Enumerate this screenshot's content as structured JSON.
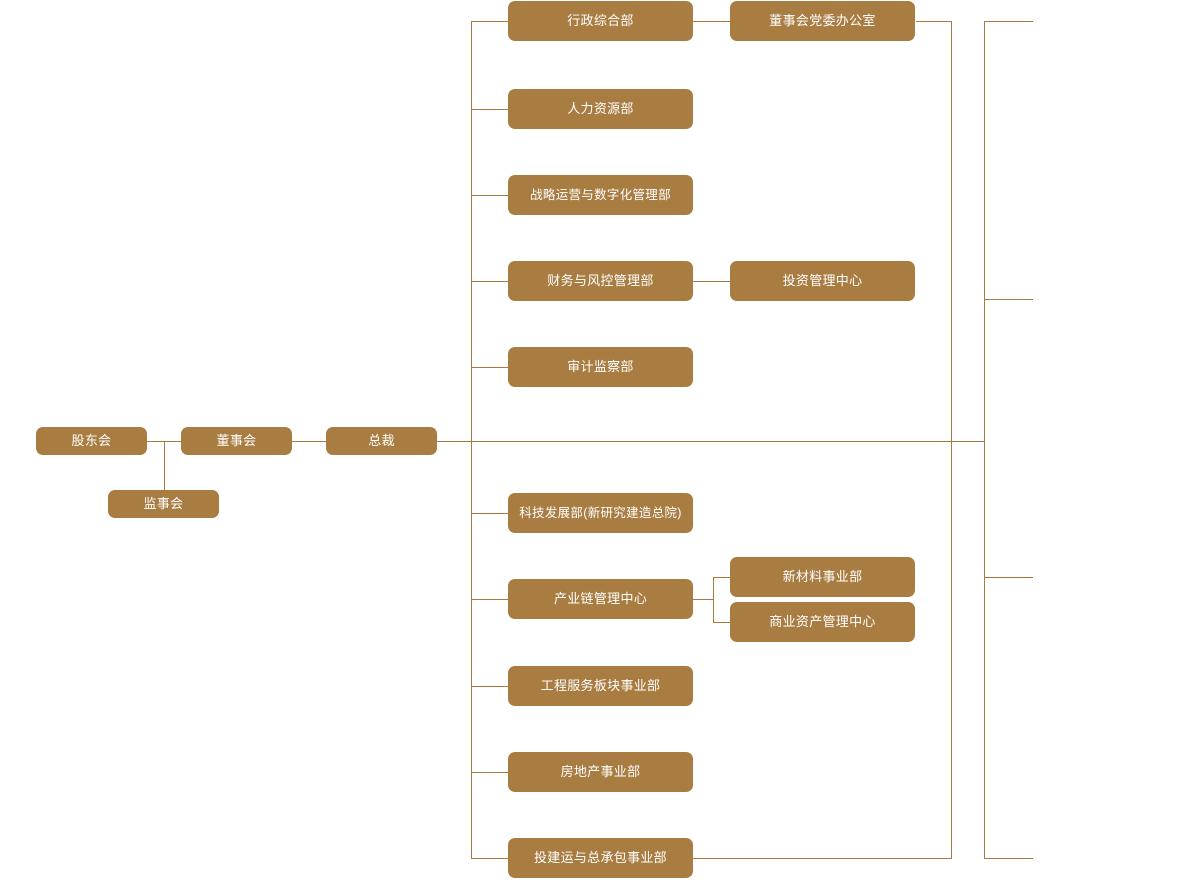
{
  "chart_data": {
    "type": "diagram",
    "title": "",
    "orientation": "left-to-right org chart",
    "accent_color": "#a97c41",
    "line_color": "#a9793f",
    "node_text_color": "#ffffff",
    "background": "#ffffff",
    "levels": [
      {
        "name": "governance",
        "nodes": [
          "股东会",
          "董事会",
          "总裁",
          "监事会"
        ]
      },
      {
        "name": "functional-departments",
        "nodes": [
          "行政综合部",
          "人力资源部",
          "战略运营与数字化管理部",
          "财务与风控管理部",
          "审计监察部",
          "科技发展部(新研究建造总院)",
          "产业链管理中心",
          "工程服务板块事业部",
          "房地产事业部",
          "投建运与总承包事业部"
        ]
      },
      {
        "name": "sub-units",
        "nodes": [
          "董事会党委办公室",
          "投资管理中心",
          "新材料事业部",
          "商业资产管理中心"
        ]
      }
    ]
  },
  "governance": {
    "shareholders_meeting": "股东会",
    "board_of_directors": "董事会",
    "president": "总裁",
    "supervisory_board": "监事会"
  },
  "departments": [
    {
      "id": "admin",
      "label": "行政综合部"
    },
    {
      "id": "hr",
      "label": "人力资源部"
    },
    {
      "id": "strategy",
      "label": "战略运营与数字化管理部"
    },
    {
      "id": "finance",
      "label": "财务与风控管理部"
    },
    {
      "id": "audit",
      "label": "审计监察部"
    },
    {
      "id": "tech",
      "label": "科技发展部(新研究建造总院)"
    },
    {
      "id": "industry-chain",
      "label": "产业链管理中心"
    },
    {
      "id": "engineering",
      "label": "工程服务板块事业部"
    },
    {
      "id": "realestate",
      "label": "房地产事业部"
    },
    {
      "id": "epc",
      "label": "投建运与总承包事业部"
    }
  ],
  "sub_units": [
    {
      "id": "party-office",
      "label": "董事会党委办公室",
      "parent": "行政综合部"
    },
    {
      "id": "investment-center",
      "label": "投资管理中心",
      "parent": "财务与风控管理部"
    },
    {
      "id": "new-materials",
      "label": "新材料事业部",
      "parent": "产业链管理中心"
    },
    {
      "id": "commercial-assets",
      "label": "商业资产管理中心",
      "parent": "产业链管理中心"
    }
  ]
}
